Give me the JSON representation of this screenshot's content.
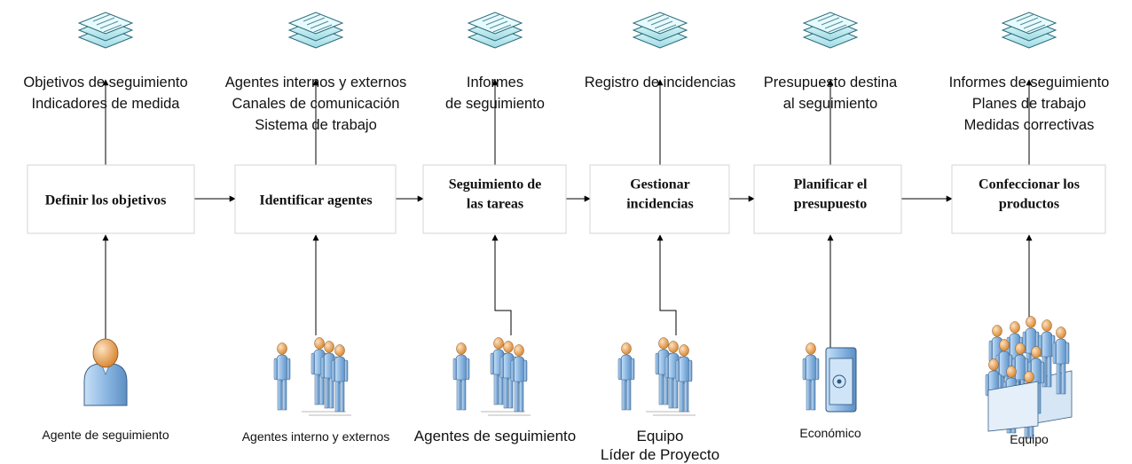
{
  "steps": [
    {
      "title": [
        "Definir los objetivos"
      ],
      "outputs": [
        "Objetivos de seguimiento",
        "Indicadores de medida"
      ],
      "inputs": [
        "Agente de seguimiento"
      ],
      "actor_icon": "single-user-icon"
    },
    {
      "title": [
        "Identificar agentes"
      ],
      "outputs": [
        "Agentes internos y externos",
        "Canales de comunicación",
        "Sistema de trabajo"
      ],
      "inputs": [
        "Agentes interno y externos"
      ],
      "actor_icon": "group-people-icon"
    },
    {
      "title": [
        "Seguimiento de",
        "las tareas"
      ],
      "outputs": [
        "Informes",
        "de seguimiento"
      ],
      "inputs": [
        "Agentes de seguimiento"
      ],
      "actor_icon": "group-people-icon"
    },
    {
      "title": [
        "Gestionar",
        "incidencias"
      ],
      "outputs": [
        "Registro de incidencias"
      ],
      "inputs": [
        "Equipo",
        "Líder de Proyecto"
      ],
      "actor_icon": "group-people-icon"
    },
    {
      "title": [
        "Planificar el",
        "presupuesto"
      ],
      "outputs": [
        "Presupuesto destina",
        "al seguimiento"
      ],
      "inputs": [
        "Económico"
      ],
      "actor_icon": "person-at-safe-icon"
    },
    {
      "title": [
        "Confeccionar los",
        "productos"
      ],
      "outputs": [
        "Informes de seguimiento",
        "Planes de trabajo",
        "Medidas correctivas"
      ],
      "inputs": [
        "Equipo"
      ],
      "actor_icon": "meeting-table-icon"
    }
  ],
  "document_icon": "document-stack-icon",
  "colors": {
    "doc_fill": "#cdeef2",
    "person_fill": "#9cc3e8",
    "head_fill": "#f2a64e"
  }
}
